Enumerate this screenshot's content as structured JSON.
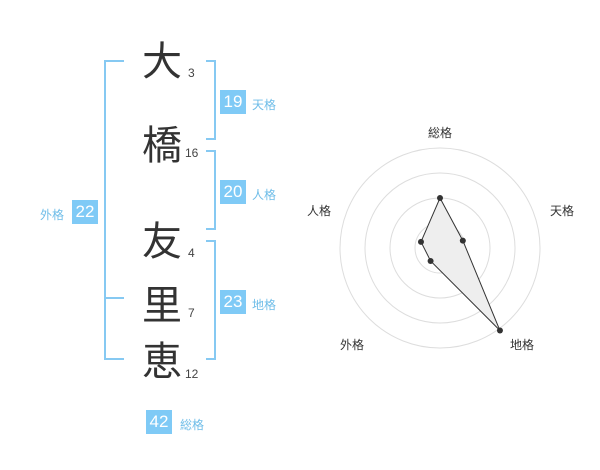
{
  "surname": [
    {
      "char": "大",
      "strokes": "3"
    },
    {
      "char": "橋",
      "strokes": "16"
    }
  ],
  "given": [
    {
      "char": "友",
      "strokes": "4"
    },
    {
      "char": "里",
      "strokes": "7"
    },
    {
      "char": "恵",
      "strokes": "12"
    }
  ],
  "kaku": {
    "tenkaku": {
      "value": "19",
      "label": "天格"
    },
    "jinkaku": {
      "value": "20",
      "label": "人格"
    },
    "chikaku": {
      "value": "23",
      "label": "地格"
    },
    "gaikaku": {
      "value": "22",
      "label": "外格"
    },
    "soukaku": {
      "value": "42",
      "label": "総格"
    }
  },
  "radar": {
    "axes": [
      "総格",
      "天格",
      "地格",
      "外格",
      "人格"
    ],
    "values": [
      2.5,
      1.2,
      5.1,
      0.8,
      1.0
    ],
    "max": 5,
    "rings": 4,
    "grid_color": "#dddddd",
    "fill_color": "#eeeeee",
    "line_color": "#333333"
  },
  "colors": {
    "accent": "#7fcaf6",
    "bracket": "#86c9f2",
    "label": "#6fbde8"
  }
}
